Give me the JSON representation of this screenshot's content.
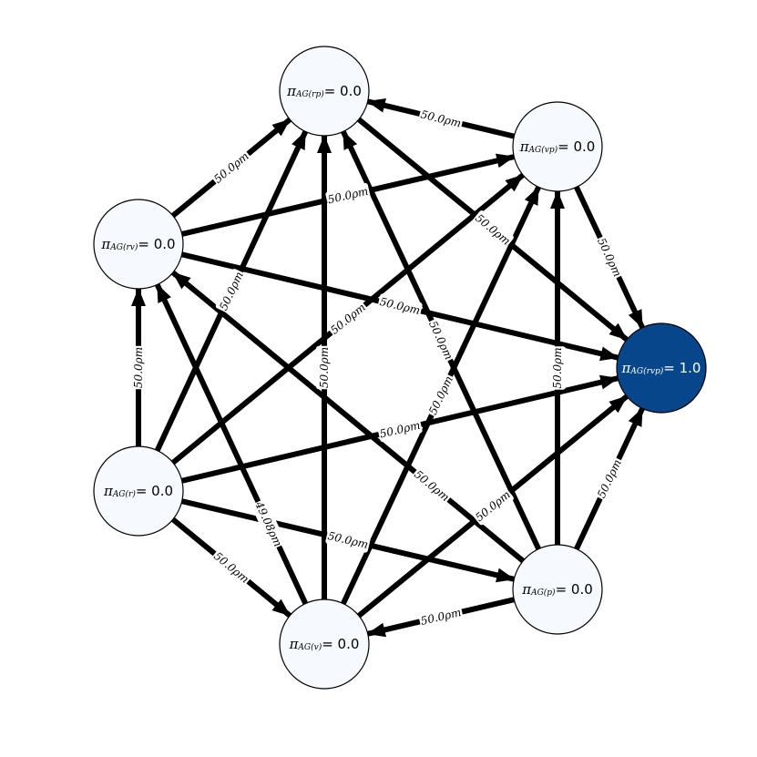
{
  "diagram": {
    "type": "markov-transition-graph",
    "nodes": [
      {
        "id": "rp",
        "name": "π",
        "sub": "AG(rp)",
        "value": "= 0.0",
        "highlight": false
      },
      {
        "id": "vp",
        "name": "π",
        "sub": "AG(vp)",
        "value": "= 0.0",
        "highlight": false
      },
      {
        "id": "rvp",
        "name": "π",
        "sub": "AG(rvp)",
        "value": "= 1.0",
        "highlight": true
      },
      {
        "id": "p",
        "name": "π",
        "sub": "AG(p)",
        "value": "= 0.0",
        "highlight": false
      },
      {
        "id": "v",
        "name": "π",
        "sub": "AG(v)",
        "value": "= 0.0",
        "highlight": false
      },
      {
        "id": "r",
        "name": "π",
        "sub": "AG(r)",
        "value": "= 0.0",
        "highlight": false
      },
      {
        "id": "rv",
        "name": "π",
        "sub": "AG(rv)",
        "value": "= 0.0",
        "highlight": false
      }
    ],
    "edges": [
      {
        "from": "vp",
        "to": "rp",
        "label": "50.0ρm"
      },
      {
        "from": "vp",
        "to": "rvp",
        "label": "50.0ρm"
      },
      {
        "from": "p",
        "to": "rvp",
        "label": "50.0ρm"
      },
      {
        "from": "p",
        "to": "v",
        "label": "50.0ρm"
      },
      {
        "from": "r",
        "to": "v",
        "label": "50.0ρm"
      },
      {
        "from": "r",
        "to": "rv",
        "label": "50.0ρm"
      },
      {
        "from": "rv",
        "to": "rp",
        "label": "50.0ρm"
      },
      {
        "from": "rv",
        "to": "vp",
        "label": "50.0ρm"
      },
      {
        "from": "rp",
        "to": "rvp",
        "label": "50.0ρm"
      },
      {
        "from": "p",
        "to": "rp",
        "label": "50.0ρm"
      },
      {
        "from": "p",
        "to": "vp",
        "label": "50.0ρm"
      },
      {
        "from": "r",
        "to": "rp",
        "label": "50.0ρm"
      },
      {
        "from": "r",
        "to": "vp",
        "label": "50.0ρm"
      },
      {
        "from": "v",
        "to": "rp",
        "label": "50.0ρm"
      },
      {
        "from": "v",
        "to": "vp",
        "label": "50.0ρm"
      },
      {
        "from": "rv",
        "to": "rvp",
        "label": "50.0ρm"
      },
      {
        "from": "r",
        "to": "rvp",
        "label": "50.0ρm"
      },
      {
        "from": "v",
        "to": "rvp",
        "label": "50.0ρm"
      },
      {
        "from": "r",
        "to": "p",
        "label": "50.0ρm"
      },
      {
        "from": "p",
        "to": "rv",
        "label": "50.0ρm"
      },
      {
        "from": "v",
        "to": "rv",
        "label": "49.08ρm"
      }
    ],
    "colors": {
      "node_fill": "#f6f9fe",
      "highlight_fill": "#08468c",
      "edge": "#000000",
      "node_text": "#000000",
      "highlight_text": "#ffffff"
    }
  }
}
